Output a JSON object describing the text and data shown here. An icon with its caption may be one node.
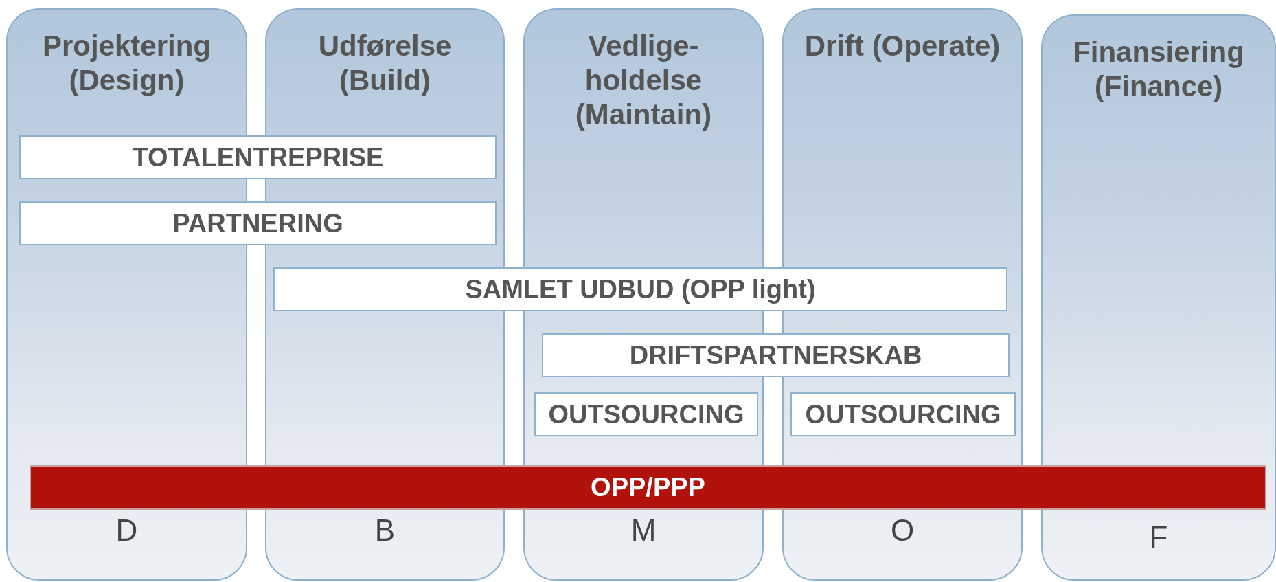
{
  "diagram": {
    "nodes": [
      {
        "text": [
          "Projektering (Design)",
          "D"
        ]
      },
      {
        "text": [
          "Udførelse (Build)",
          "B"
        ]
      },
      {
        "text": [
          "Vedlige- holdelse (Maintain)",
          "M"
        ]
      },
      {
        "text": [
          "Drift (Operate)",
          "O"
        ]
      },
      {
        "text": [
          "Finansiering (Finance)",
          "F"
        ]
      },
      {
        "text": [
          "TOTALENTREPRISE"
        ]
      },
      {
        "text": [
          "PARTNERING"
        ]
      },
      {
        "text": [
          "SAMLET UDBUD (OPP light)"
        ]
      },
      {
        "text": [
          "DRIFTSPARTNERSKAB"
        ]
      },
      {
        "text": [
          "OUTSOURCING"
        ],
        "in": 2
      },
      {
        "text": [
          "OUTSOURCING"
        ],
        "in": 3
      },
      {
        "text": [
          "OPP/PPP"
        ]
      }
    ],
    "edges": []
  }
}
